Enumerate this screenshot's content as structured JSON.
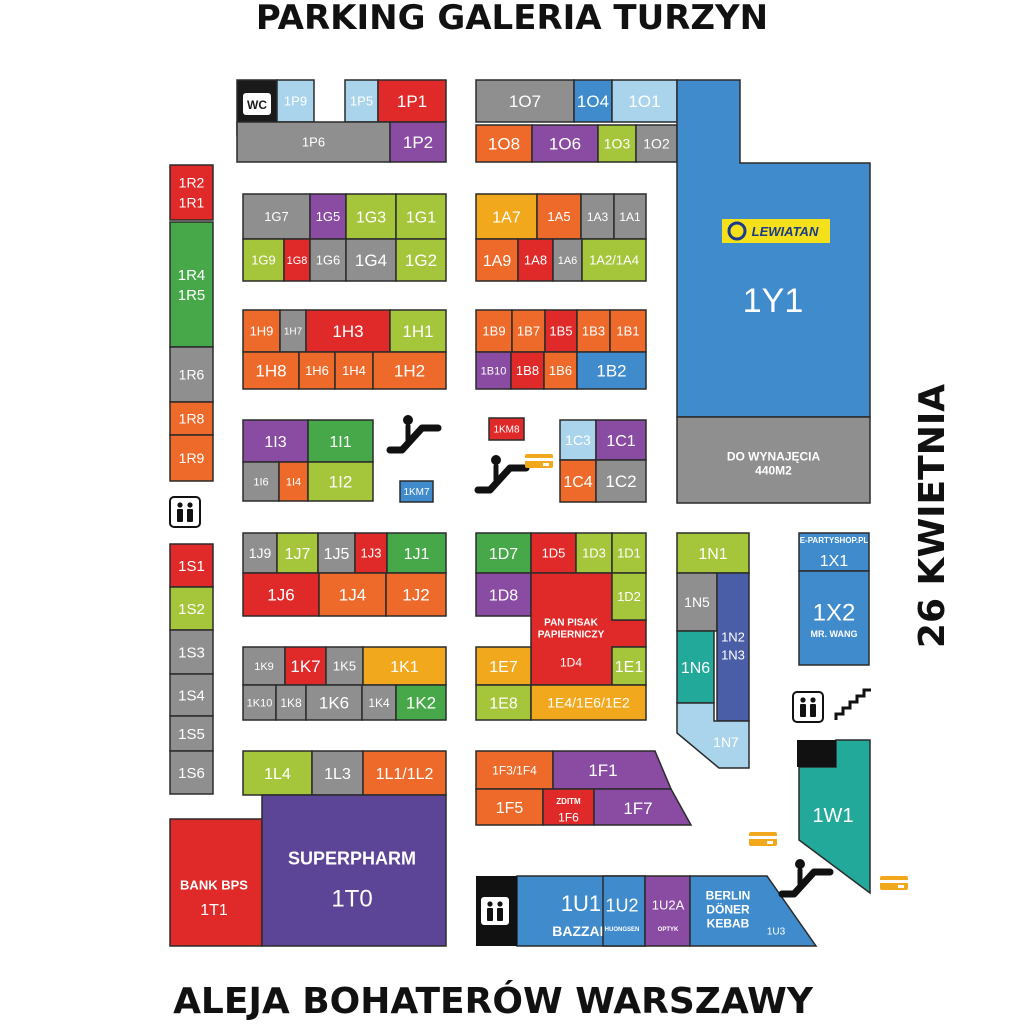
{
  "streets": {
    "top": "PARKING GALERIA TURZYN",
    "bottom": "ALEJA BOHATERÓW WARSZAWY",
    "right": "26 KWIETNIA"
  },
  "colors": {
    "grey": "#8f8f8f",
    "lightblue": "#a9d4ec",
    "red": "#e02a2a",
    "purple": "#8a4ba2",
    "orange": "#ee6a2b",
    "amber": "#f2a81d",
    "lime": "#a5c63a",
    "green": "#46a848",
    "blue": "#3f8bcc",
    "navy": "#4a5ea8",
    "teal": "#23a99a",
    "violet": "#5c4496",
    "black": "#1a1a1a",
    "yellow": "#f5e11b",
    "outline": "#2b2b2b"
  },
  "units": [
    {
      "id": "wc",
      "label": "WC",
      "c": "black"
    },
    {
      "id": "1P9",
      "label": "1P9",
      "c": "lightblue"
    },
    {
      "id": "1P5",
      "label": "1P5",
      "c": "lightblue"
    },
    {
      "id": "1P1",
      "label": "1P1",
      "c": "red"
    },
    {
      "id": "1P6",
      "label": "1P6",
      "c": "grey"
    },
    {
      "id": "1P2",
      "label": "1P2",
      "c": "purple"
    },
    {
      "id": "1O7",
      "label": "1O7",
      "c": "grey"
    },
    {
      "id": "1O4",
      "label": "1O4",
      "c": "blue"
    },
    {
      "id": "1O1",
      "label": "1O1",
      "c": "lightblue"
    },
    {
      "id": "1O8",
      "label": "1O8",
      "c": "orange"
    },
    {
      "id": "1O6",
      "label": "1O6",
      "c": "purple"
    },
    {
      "id": "1O3",
      "label": "1O3",
      "c": "lime"
    },
    {
      "id": "1O2",
      "label": "1O2",
      "c": "grey"
    },
    {
      "id": "1Y1",
      "label": "1Y1",
      "c": "blue"
    },
    {
      "id": "do-wynajecia",
      "label": "DO WYNAJĘCIA",
      "label2": "440M2",
      "c": "grey"
    },
    {
      "id": "1R2",
      "label": "1R2",
      "label2": "1R1",
      "c": "red"
    },
    {
      "id": "1R4",
      "label": "1R4",
      "label2": "1R5",
      "c": "green"
    },
    {
      "id": "1R6",
      "label": "1R6",
      "c": "grey"
    },
    {
      "id": "1R8",
      "label": "1R8",
      "c": "orange"
    },
    {
      "id": "1R9",
      "label": "1R9",
      "c": "orange"
    },
    {
      "id": "1G7",
      "label": "1G7",
      "c": "grey"
    },
    {
      "id": "1G5",
      "label": "1G5",
      "c": "purple"
    },
    {
      "id": "1G3",
      "label": "1G3",
      "c": "lime"
    },
    {
      "id": "1G1",
      "label": "1G1",
      "c": "lime"
    },
    {
      "id": "1G9",
      "label": "1G9",
      "c": "lime"
    },
    {
      "id": "1G8",
      "label": "1G8",
      "c": "red"
    },
    {
      "id": "1G6",
      "label": "1G6",
      "c": "grey"
    },
    {
      "id": "1G4",
      "label": "1G4",
      "c": "grey"
    },
    {
      "id": "1G2",
      "label": "1G2",
      "c": "lime"
    },
    {
      "id": "1A7",
      "label": "1A7",
      "c": "amber"
    },
    {
      "id": "1A5",
      "label": "1A5",
      "c": "orange"
    },
    {
      "id": "1A3",
      "label": "1A3",
      "c": "grey"
    },
    {
      "id": "1A1",
      "label": "1A1",
      "c": "grey"
    },
    {
      "id": "1A9",
      "label": "1A9",
      "c": "orange"
    },
    {
      "id": "1A8",
      "label": "1A8",
      "c": "red"
    },
    {
      "id": "1A6",
      "label": "1A6",
      "c": "grey"
    },
    {
      "id": "1A2-1A4",
      "label": "1A2/1A4",
      "c": "lime"
    },
    {
      "id": "1H9",
      "label": "1H9",
      "c": "orange"
    },
    {
      "id": "1H7",
      "label": "1H7",
      "c": "grey"
    },
    {
      "id": "1H3",
      "label": "1H3",
      "c": "red"
    },
    {
      "id": "1H1",
      "label": "1H1",
      "c": "lime"
    },
    {
      "id": "1H8",
      "label": "1H8",
      "c": "orange"
    },
    {
      "id": "1H6",
      "label": "1H6",
      "c": "orange"
    },
    {
      "id": "1H4",
      "label": "1H4",
      "c": "orange"
    },
    {
      "id": "1H2",
      "label": "1H2",
      "c": "orange"
    },
    {
      "id": "1B9",
      "label": "1B9",
      "c": "orange"
    },
    {
      "id": "1B7",
      "label": "1B7",
      "c": "orange"
    },
    {
      "id": "1B5",
      "label": "1B5",
      "c": "red"
    },
    {
      "id": "1B3",
      "label": "1B3",
      "c": "orange"
    },
    {
      "id": "1B1",
      "label": "1B1",
      "c": "orange"
    },
    {
      "id": "1B10",
      "label": "1B10",
      "c": "purple"
    },
    {
      "id": "1B8",
      "label": "1B8",
      "c": "red"
    },
    {
      "id": "1B6",
      "label": "1B6",
      "c": "orange"
    },
    {
      "id": "1B2",
      "label": "1B2",
      "c": "blue"
    },
    {
      "id": "1I3",
      "label": "1I3",
      "c": "purple"
    },
    {
      "id": "1I1",
      "label": "1I1",
      "c": "green"
    },
    {
      "id": "1I6",
      "label": "1I6",
      "c": "grey"
    },
    {
      "id": "1I4",
      "label": "1I4",
      "c": "orange"
    },
    {
      "id": "1I2",
      "label": "1I2",
      "c": "lime"
    },
    {
      "id": "1KM8",
      "label": "1KM8",
      "c": "red"
    },
    {
      "id": "1KM7",
      "label": "1KM7",
      "c": "blue"
    },
    {
      "id": "1C3",
      "label": "1C3",
      "c": "lightblue"
    },
    {
      "id": "1C1",
      "label": "1C1",
      "c": "purple"
    },
    {
      "id": "1C4",
      "label": "1C4",
      "c": "orange"
    },
    {
      "id": "1C2",
      "label": "1C2",
      "c": "grey"
    },
    {
      "id": "1J9",
      "label": "1J9",
      "c": "grey"
    },
    {
      "id": "1J7",
      "label": "1J7",
      "c": "lime"
    },
    {
      "id": "1J5",
      "label": "1J5",
      "c": "grey"
    },
    {
      "id": "1J3",
      "label": "1J3",
      "c": "red"
    },
    {
      "id": "1J1",
      "label": "1J1",
      "c": "green"
    },
    {
      "id": "1J6",
      "label": "1J6",
      "c": "red"
    },
    {
      "id": "1J4",
      "label": "1J4",
      "c": "orange"
    },
    {
      "id": "1J2",
      "label": "1J2",
      "c": "orange"
    },
    {
      "id": "1D7",
      "label": "1D7",
      "c": "green"
    },
    {
      "id": "1D5",
      "label": "1D5",
      "c": "red"
    },
    {
      "id": "1D3",
      "label": "1D3",
      "c": "lime"
    },
    {
      "id": "1D1",
      "label": "1D1",
      "c": "lime"
    },
    {
      "id": "1D8",
      "label": "1D8",
      "c": "purple"
    },
    {
      "id": "1D4",
      "label": "PAN PISAK",
      "label2": "PAPIERNICZY",
      "label3": "1D4",
      "c": "red"
    },
    {
      "id": "1D2",
      "label": "1D2",
      "c": "lime"
    },
    {
      "id": "1E7",
      "label": "1E7",
      "c": "amber"
    },
    {
      "id": "1E1",
      "label": "1E1",
      "c": "lime"
    },
    {
      "id": "1E8",
      "label": "1E8",
      "c": "lime"
    },
    {
      "id": "1E4-1E6-1E2",
      "label": "1E4/1E6/1E2",
      "c": "amber"
    },
    {
      "id": "1K9",
      "label": "1K9",
      "c": "grey"
    },
    {
      "id": "1K7",
      "label": "1K7",
      "c": "red"
    },
    {
      "id": "1K5",
      "label": "1K5",
      "c": "grey"
    },
    {
      "id": "1K1",
      "label": "1K1",
      "c": "amber"
    },
    {
      "id": "1K10",
      "label": "1K10",
      "c": "grey"
    },
    {
      "id": "1K8",
      "label": "1K8",
      "c": "grey"
    },
    {
      "id": "1K6",
      "label": "1K6",
      "c": "grey"
    },
    {
      "id": "1K4",
      "label": "1K4",
      "c": "grey"
    },
    {
      "id": "1K2",
      "label": "1K2",
      "c": "green"
    },
    {
      "id": "1N1",
      "label": "1N1",
      "c": "lime"
    },
    {
      "id": "1N5",
      "label": "1N5",
      "c": "grey"
    },
    {
      "id": "1N2-1N3",
      "label": "1N2",
      "label2": "1N3",
      "c": "navy"
    },
    {
      "id": "1N6",
      "label": "1N6",
      "c": "teal"
    },
    {
      "id": "1N7",
      "label": "1N7",
      "c": "lightblue"
    },
    {
      "id": "1X1",
      "label": "E-PARTYSHOP.PL",
      "label2": "1X1",
      "c": "blue"
    },
    {
      "id": "1X2",
      "label": "1X2",
      "label2": "MR. WANG",
      "c": "blue"
    },
    {
      "id": "1S1",
      "label": "1S1",
      "c": "red"
    },
    {
      "id": "1S2",
      "label": "1S2",
      "c": "lime"
    },
    {
      "id": "1S3",
      "label": "1S3",
      "c": "grey"
    },
    {
      "id": "1S4",
      "label": "1S4",
      "c": "grey"
    },
    {
      "id": "1S5",
      "label": "1S5",
      "c": "grey"
    },
    {
      "id": "1S6",
      "label": "1S6",
      "c": "grey"
    },
    {
      "id": "1L4",
      "label": "1L4",
      "c": "lime"
    },
    {
      "id": "1L3",
      "label": "1L3",
      "c": "grey"
    },
    {
      "id": "1L1-1L2",
      "label": "1L1/1L2",
      "c": "orange"
    },
    {
      "id": "1T1",
      "label": "BANK BPS",
      "label2": "1T1",
      "c": "red"
    },
    {
      "id": "1T0",
      "label": "SUPERPHARM",
      "label2": "1T0",
      "c": "violet"
    },
    {
      "id": "1F3-1F4",
      "label": "1F3/1F4",
      "c": "orange"
    },
    {
      "id": "1F1",
      "label": "1F1",
      "c": "purple"
    },
    {
      "id": "1F5",
      "label": "1F5",
      "c": "orange"
    },
    {
      "id": "1F6",
      "label": "ZDITM",
      "label2": "1F6",
      "c": "red"
    },
    {
      "id": "1F7",
      "label": "1F7",
      "c": "purple"
    },
    {
      "id": "1W1",
      "label": "1W1",
      "c": "teal"
    },
    {
      "id": "1U1",
      "label": "1U1",
      "label2": "BAZZAR",
      "c": "blue"
    },
    {
      "id": "1U2",
      "label": "1U2",
      "label2": "HUONGSEN",
      "c": "blue"
    },
    {
      "id": "1U2A",
      "label": "1U2A",
      "label2": "OPTYK",
      "c": "purple"
    },
    {
      "id": "1U3",
      "label": "BERLIN",
      "label2": "DÖNER",
      "label3": "KEBAB",
      "label4": "1U3",
      "c": "blue"
    }
  ],
  "logo": {
    "text": "LEWIATAN"
  },
  "icons": [
    {
      "id": "escalator-1",
      "name": "escalator-icon"
    },
    {
      "id": "escalator-2",
      "name": "escalator-icon"
    },
    {
      "id": "escalator-3",
      "name": "escalator-icon"
    },
    {
      "id": "stairs-1",
      "name": "stairs-icon"
    },
    {
      "id": "restroom-1",
      "name": "restroom-icon"
    },
    {
      "id": "restroom-2",
      "name": "restroom-icon"
    },
    {
      "id": "restroom-3",
      "name": "restroom-icon"
    },
    {
      "id": "atm-1",
      "name": "atm-icon"
    },
    {
      "id": "atm-2",
      "name": "atm-icon"
    },
    {
      "id": "atm-3",
      "name": "atm-icon"
    },
    {
      "id": "atm-4",
      "name": "atm-icon"
    }
  ]
}
